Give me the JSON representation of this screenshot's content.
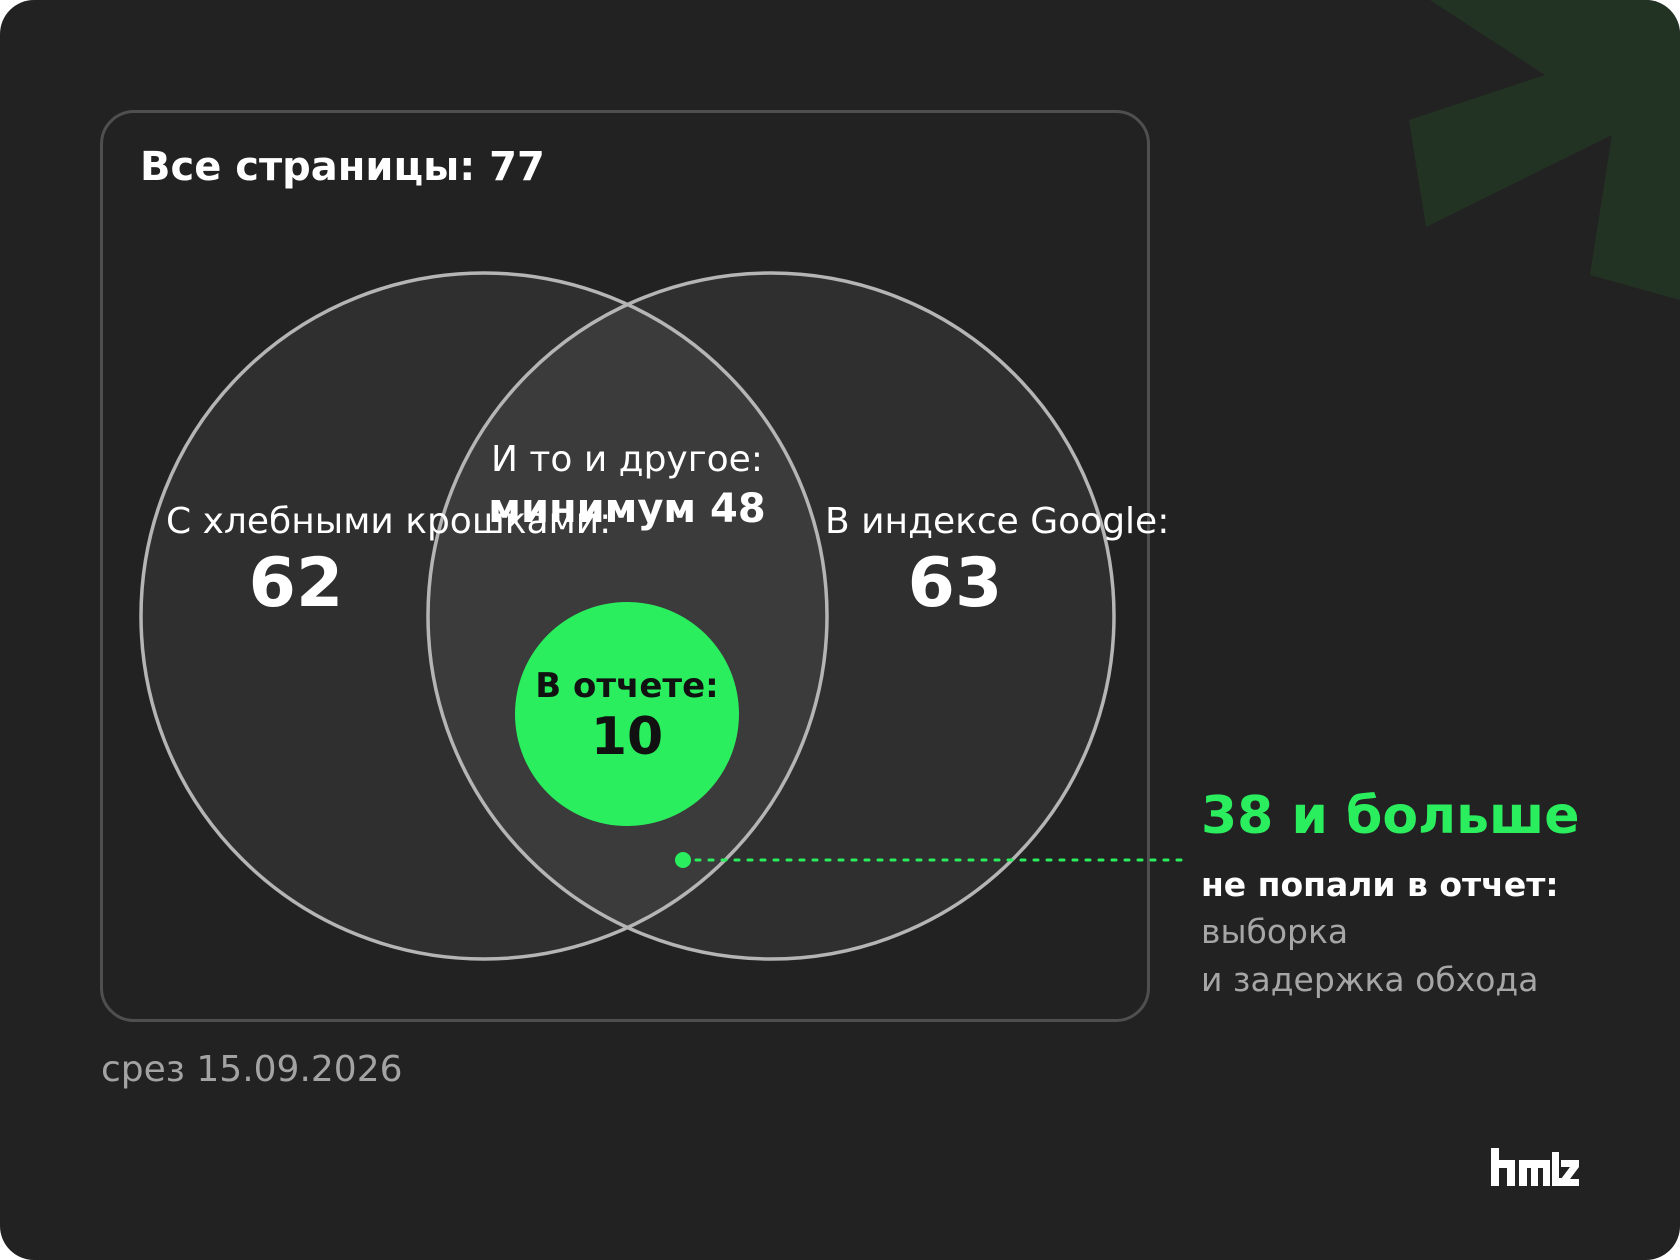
{
  "colors": {
    "background": "#222222",
    "accent": "#2aee5e",
    "circle_stroke": "#b5b5b5",
    "deco": "#223323"
  },
  "header": {
    "title": "Все страницы: 77"
  },
  "venn": {
    "left": {
      "label": "С хлебными крошками:",
      "value": "62"
    },
    "right": {
      "label": "В индексе Google:",
      "value": "63"
    },
    "overlap": {
      "label": "И то и другое:",
      "value": "минимум 48"
    },
    "inner": {
      "label": "В отчете:",
      "value": "10"
    }
  },
  "callout": {
    "headline": "38 и больше",
    "subtitle": "не попали в отчет:",
    "note_line1": "выборка",
    "note_line2": "и задержка обхода"
  },
  "footer": {
    "date": "срез 15.09.2026"
  },
  "logo": {
    "text": "hmz",
    "icon": "brand-logo"
  }
}
